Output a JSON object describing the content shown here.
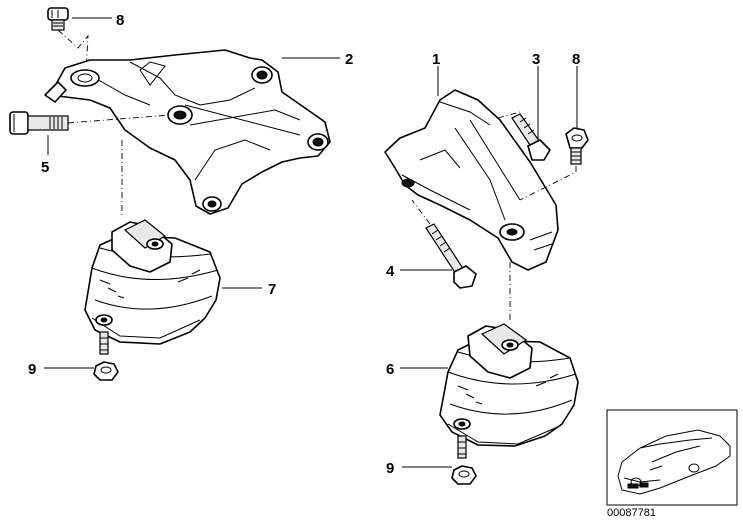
{
  "callouts": {
    "c1": "1",
    "c2": "2",
    "c3": "3",
    "c4": "4",
    "c5": "5",
    "c6": "6",
    "c7": "7",
    "c8_left": "8",
    "c8_right": "8",
    "c9_left": "9",
    "c9_right": "9"
  },
  "diagram_id": "00087781"
}
